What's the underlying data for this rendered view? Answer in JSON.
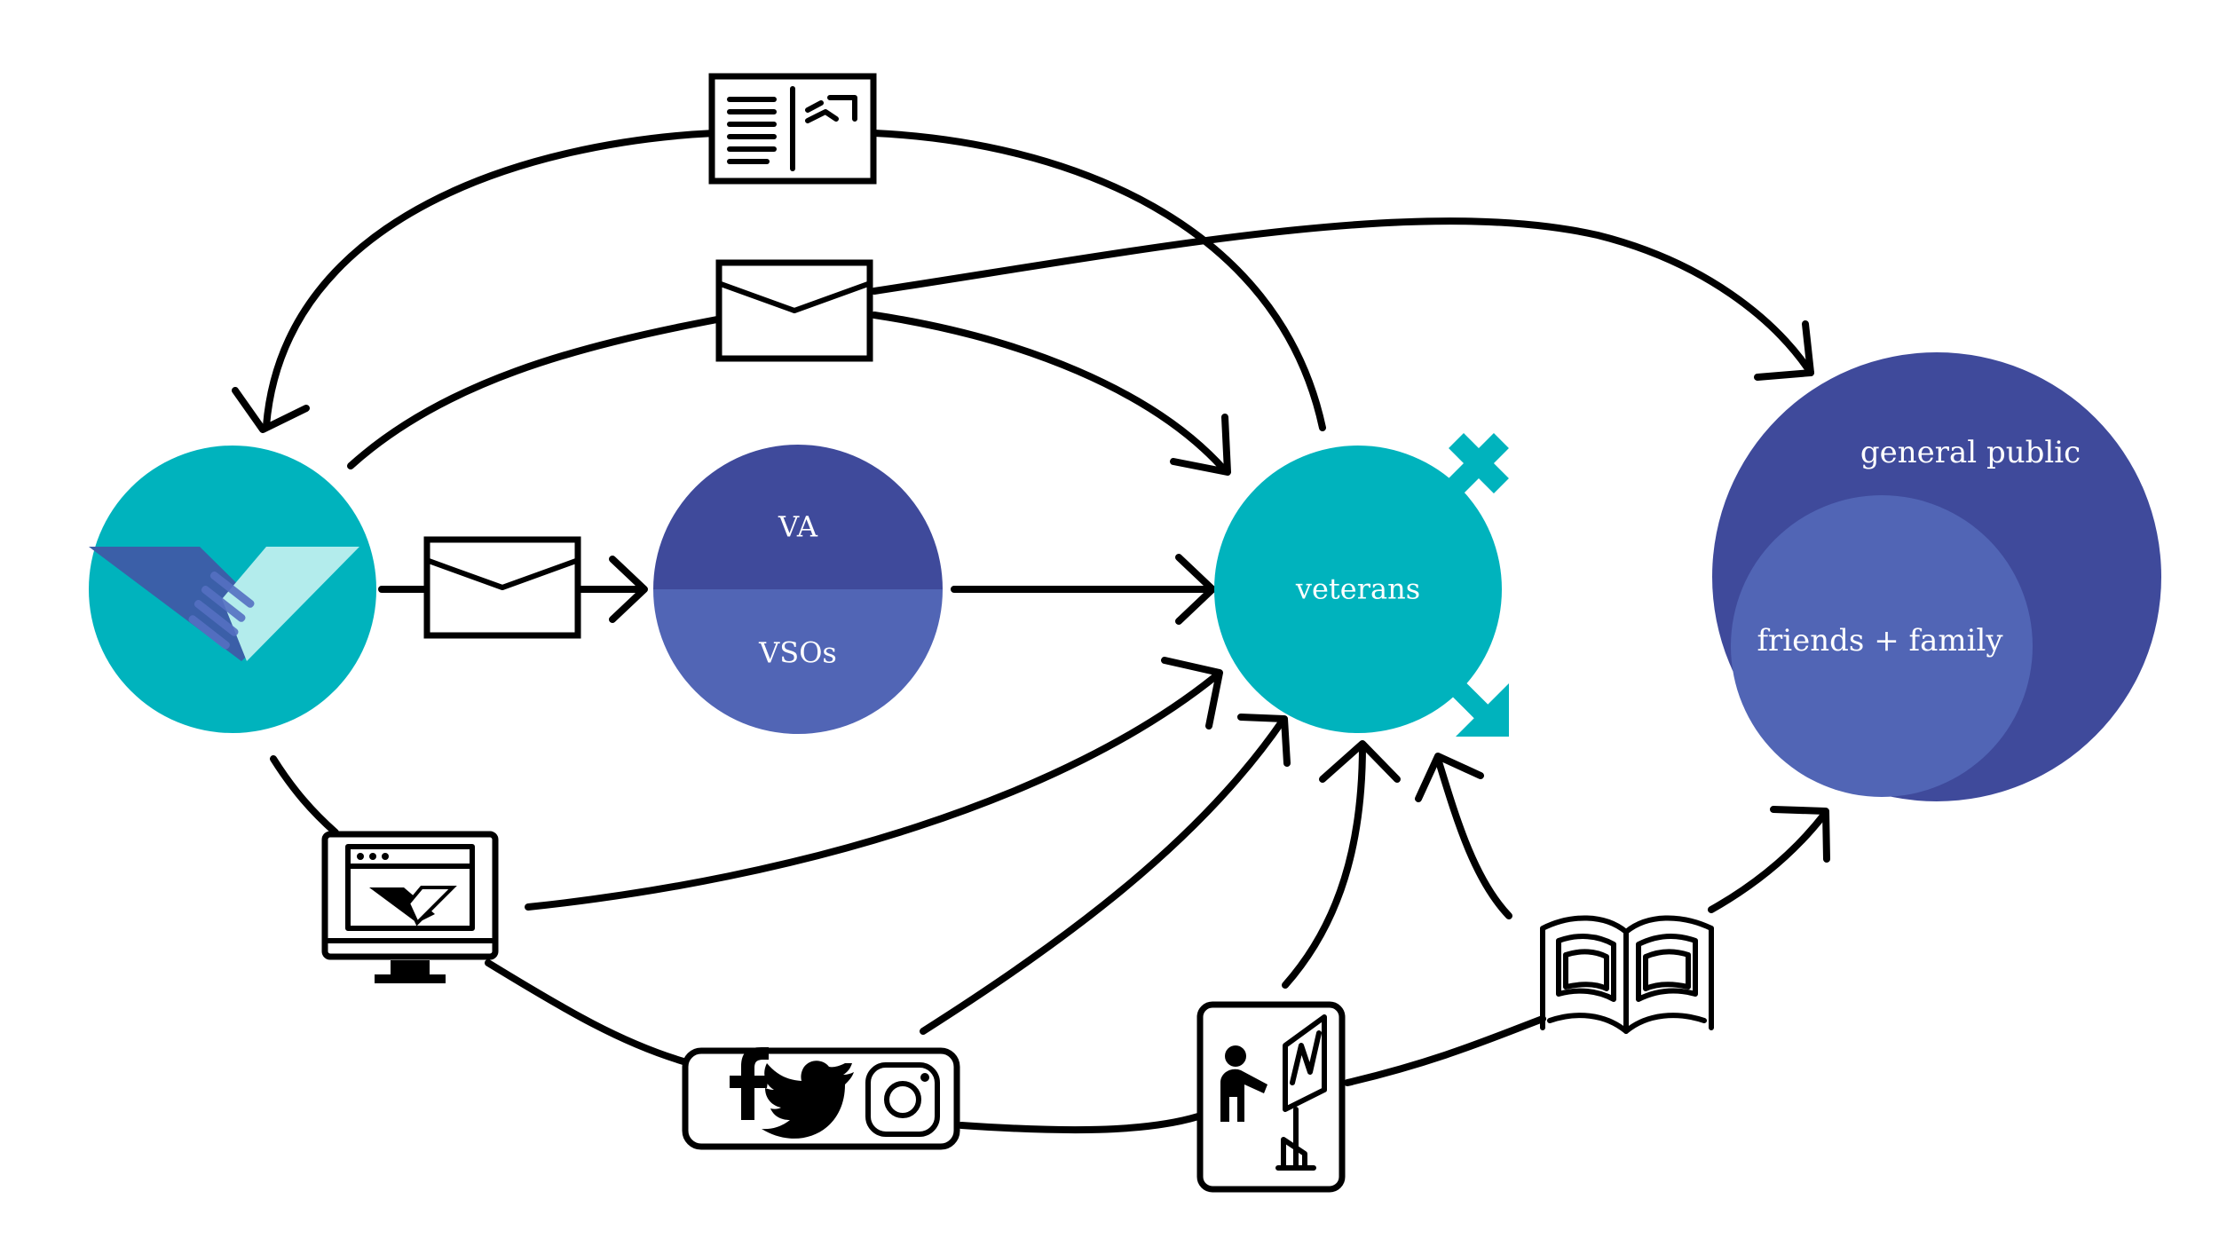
{
  "nodes": {
    "va_label": "VA",
    "vsos_label": "VSOs",
    "veterans_label": "veterans",
    "general_public_label": "general public",
    "friends_family_label": "friends + family"
  },
  "colors": {
    "teal": "#00b3bd",
    "navy": "#3f4a9b",
    "mid_blue": "#5165b5",
    "light_teal": "#b3ecec",
    "logo_blue": "#3b5fa8",
    "ink": "#000000"
  },
  "icons": [
    "logo-handshake-icon",
    "postcard-icon",
    "envelope-icon",
    "website-monitor-icon",
    "social-media-icon",
    "facebook-icon",
    "twitter-icon",
    "instagram-icon",
    "exhibit-viewer-icon",
    "open-book-icon",
    "male-female-symbol-icon"
  ]
}
